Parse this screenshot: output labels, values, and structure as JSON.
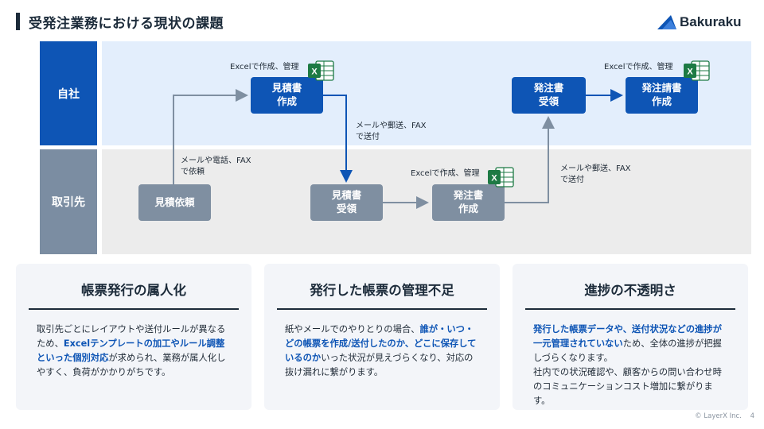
{
  "header": {
    "title": "受発注業務における現状の課題",
    "logo_text": "Bakuraku"
  },
  "lanes": {
    "self": "自社",
    "partner": "取引先"
  },
  "nodes": {
    "request": "見積依頼",
    "estimate_create": "見積書\n作成",
    "estimate_receive": "見積書\n受領",
    "order_create": "発注書\n作成",
    "order_receive": "発注書\n受領",
    "invoice_create": "発注請書\n作成"
  },
  "notes": {
    "excel_1": "Excelで作成、管理",
    "excel_2": "Excelで作成、管理",
    "excel_3": "Excelで作成、管理",
    "mail_phone": "メールや電話、FAX\nで依頼",
    "mail_post_1": "メールや郵送、FAX\nで送付",
    "mail_post_2": "メールや郵送、FAX\nで送付"
  },
  "icons": {
    "excel": "excel-icon",
    "logo": "bakuraku-logo-icon"
  },
  "cards": [
    {
      "title": "帳票発行の属人化",
      "segments": [
        {
          "text": "取引先ごとにレイアウトや送付ルールが異なるため、",
          "hl": false
        },
        {
          "text": "Excelテンプレートの加工やルール調整といった個別対応",
          "hl": true
        },
        {
          "text": "が求められ、業務が属人化しやすく、負荷がかかりがちです。",
          "hl": false
        }
      ]
    },
    {
      "title": "発行した帳票の管理不足",
      "segments": [
        {
          "text": "紙やメールでのやりとりの場合、",
          "hl": false
        },
        {
          "text": "誰が・いつ・どの帳票を作成/送付したのか、どこに保存しているのか",
          "hl": true
        },
        {
          "text": "いった状況が見えづらくなり、対応の抜け漏れに繋がります。",
          "hl": false
        }
      ]
    },
    {
      "title": "進捗の不透明さ",
      "segments": [
        {
          "text": "発行した帳票データや、送付状況などの進捗が一元管理されていない",
          "hl": true
        },
        {
          "text": "ため、全体の進捗が把握しづらくなります。\n社内での状況確認や、顧客からの問い合わせ時のコミュニケーションコスト増加に繋がります。",
          "hl": false
        }
      ]
    }
  ],
  "footer": {
    "copyright": "© LayerX Inc.",
    "page": "4"
  },
  "colors": {
    "accent": "#0e55b5",
    "gray_node": "#7f8fa1",
    "lane_self_bg": "#e3eefc",
    "lane_partner_bg": "#ececec",
    "excel_green": "#1d7a44"
  }
}
